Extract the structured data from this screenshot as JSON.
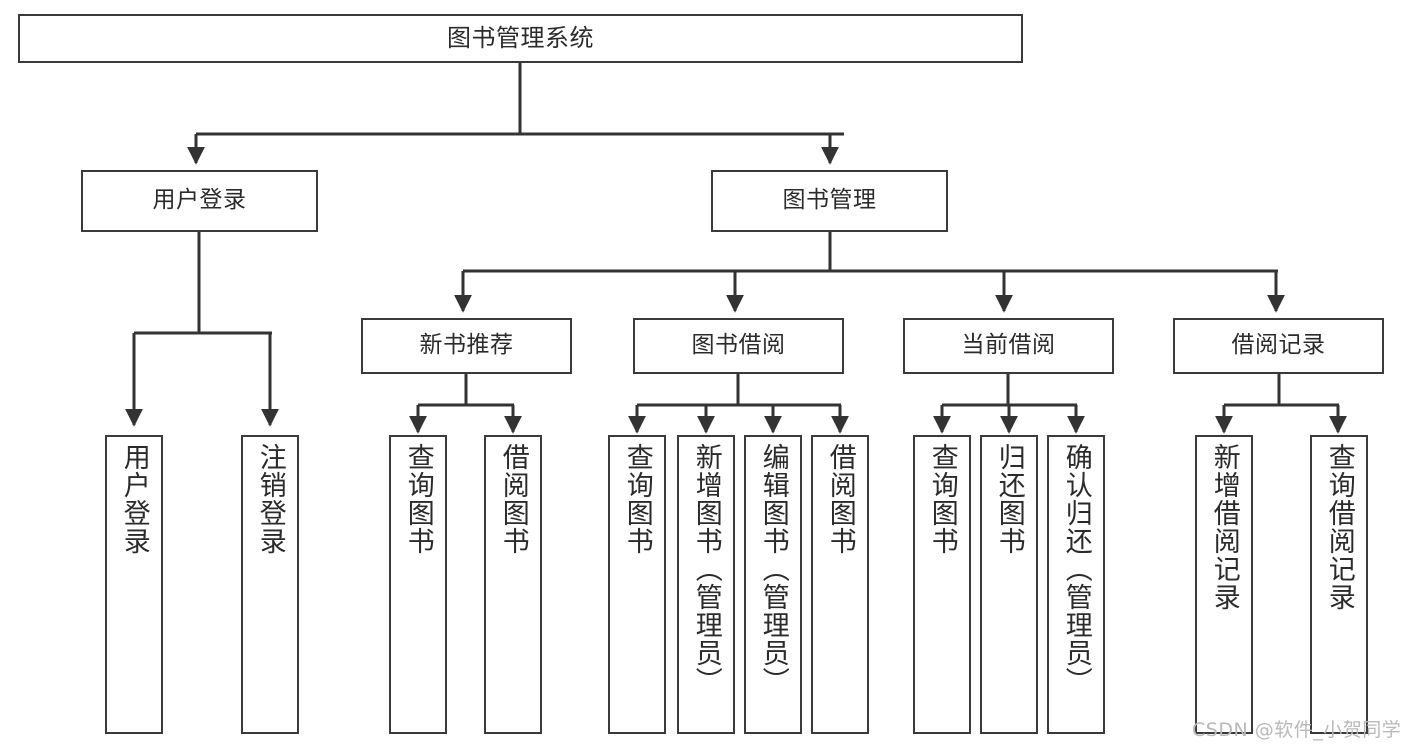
{
  "diagram": {
    "title": "图书管理系统",
    "type": "tree-hierarchy",
    "orientation": "top-down",
    "style": {
      "box_border_color": "#3a3a3a",
      "box_fill": "#ffffff",
      "connector_color": "#333333",
      "text_color": "#2b2b2b",
      "background": "#ffffff"
    }
  },
  "root": {
    "label": "图书管理系统"
  },
  "level2": [
    {
      "label": "用户登录"
    },
    {
      "label": "图书管理"
    }
  ],
  "level3": [
    {
      "label": "新书推荐"
    },
    {
      "label": "图书借阅"
    },
    {
      "label": "当前借阅"
    },
    {
      "label": "借阅记录"
    }
  ],
  "leaves": {
    "user_login": [
      {
        "label": "用户登录"
      },
      {
        "label": "注销登录"
      }
    ],
    "new_book_recommend": [
      {
        "label": "查询图书"
      },
      {
        "label": "借阅图书"
      }
    ],
    "book_borrow": [
      {
        "label": "查询图书"
      },
      {
        "label": "新增图书（管理员）"
      },
      {
        "label": "编辑图书（管理员）"
      },
      {
        "label": "借阅图书"
      }
    ],
    "current_borrow": [
      {
        "label": "查询图书"
      },
      {
        "label": "归还图书"
      },
      {
        "label": "确认归还（管理员）"
      }
    ],
    "borrow_records": [
      {
        "label": "新增借阅记录"
      },
      {
        "label": "查询借阅记录"
      }
    ]
  },
  "watermark": {
    "text": "CSDN @软件_小贺同学"
  }
}
